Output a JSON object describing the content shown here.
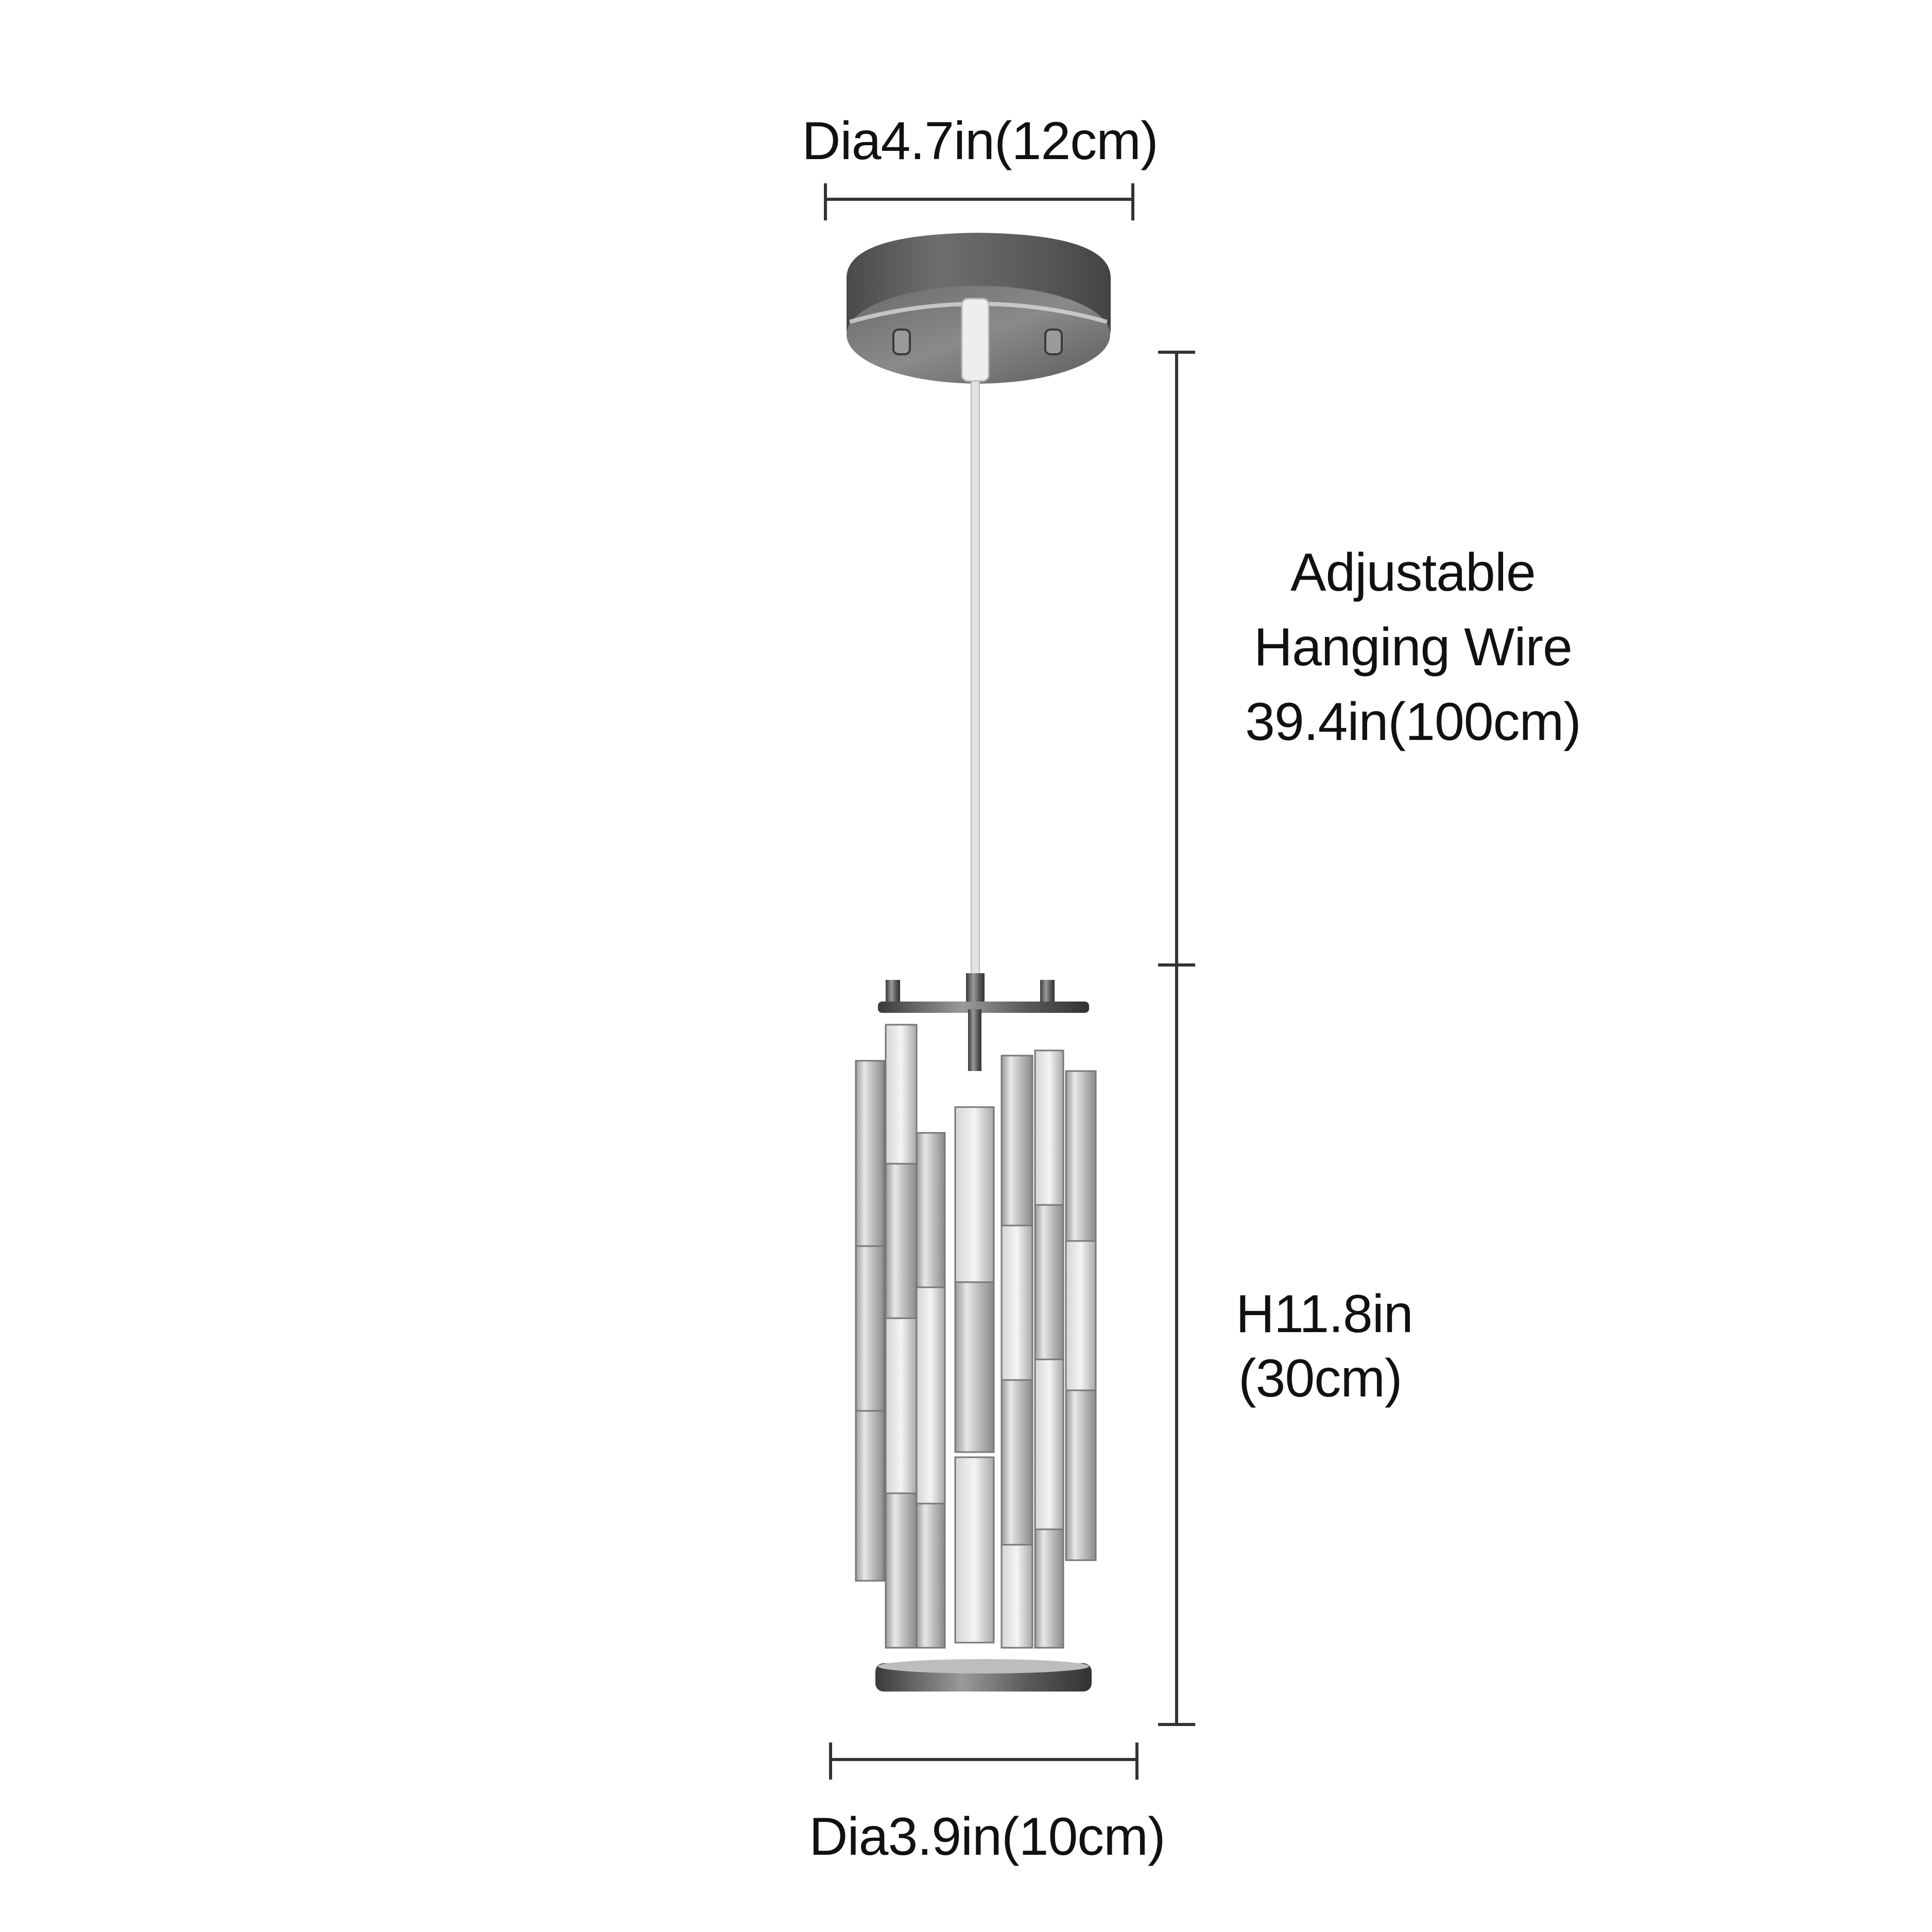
{
  "dimensions": {
    "canopy_diameter": "Dia4.7in(12cm)",
    "wire_label_lines": [
      "Adjustable",
      "Hanging Wire",
      "39.4in(100cm)"
    ],
    "height_lines": [
      "H11.8in",
      "(30cm)"
    ],
    "shade_diameter": "Dia3.9in(10cm)"
  },
  "colors": {
    "background": "#ffffff",
    "text": "#111111",
    "dimension_line": "#333333",
    "canopy": "#5a5a5a",
    "wire": "#e6e6e6",
    "chrome": "#6b6b6b",
    "crystal": "#c8c8c8"
  }
}
